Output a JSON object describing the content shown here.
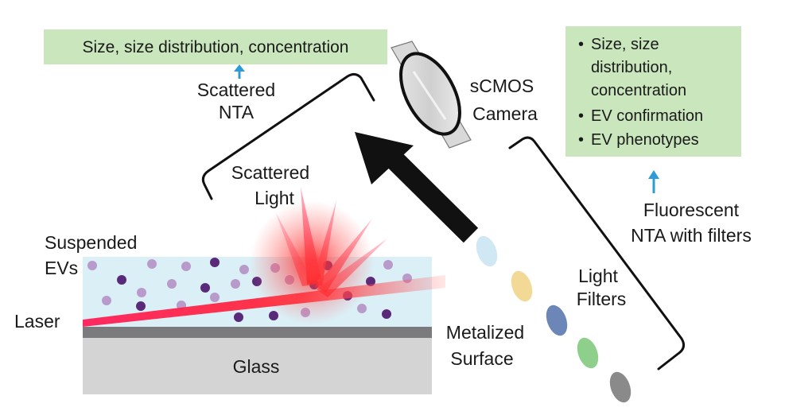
{
  "left_box": {
    "text": "Size, size distribution, concentration"
  },
  "scattered_nta": {
    "line1": "Scattered",
    "line2": "NTA"
  },
  "camera": {
    "line1": "sCMOS",
    "line2": "Camera"
  },
  "right_box": {
    "items": [
      {
        "bullet": "•",
        "lines": [
          "Size, size",
          "distribution,",
          "concentration"
        ]
      },
      {
        "bullet": "•",
        "lines": [
          "EV confirmation"
        ]
      },
      {
        "bullet": "•",
        "lines": [
          "EV phenotypes"
        ]
      }
    ]
  },
  "fluorescent_nta": {
    "line1": "Fluorescent",
    "line2": "NTA with filters"
  },
  "scattered_light": {
    "line1": "Scattered",
    "line2": "Light"
  },
  "suspended_evs": {
    "line1": "Suspended",
    "line2": "EVs"
  },
  "laser": {
    "text": "Laser"
  },
  "light_filters": {
    "line1": "Light",
    "line2": "Filters"
  },
  "metalized_surface": {
    "line1": "Metalized",
    "line2": "Surface"
  },
  "glass": {
    "text": "Glass"
  },
  "colors": {
    "green_box": "#c9e6bd",
    "arrow_blue": "#2e9bd6",
    "chamber": "#dbeff6",
    "metal": "#7b7b7d",
    "glass": "#d4d4d4",
    "laser": "#ff1f5a",
    "ev_dark": "#5a2a7a",
    "ev_light": "#b89acb",
    "filters": [
      "#cfe8f4",
      "#f2d996",
      "#6d86b8",
      "#8fcf8c",
      "#8a8a8a"
    ]
  }
}
